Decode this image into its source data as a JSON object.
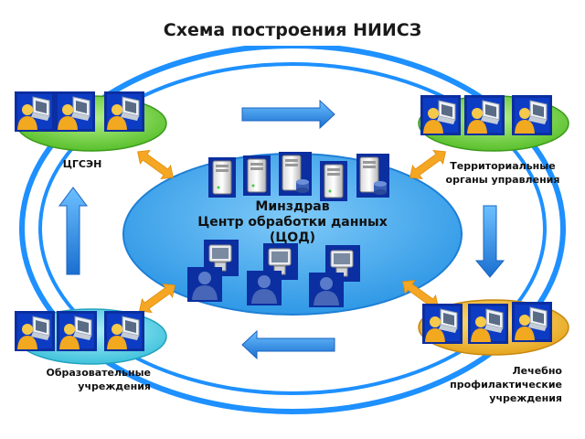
{
  "title": "Схема построения НИИСЗ",
  "center": {
    "line1": "Минздрав",
    "line2": "Центр обработки данных",
    "line3": "(ЦОД)"
  },
  "nodes": {
    "top_left": "ЦГСЭН",
    "top_right": "Территориальные органы управления",
    "bottom_left": "Образовательные учреждения",
    "bottom_right": "Лечебно профилактические учреждения"
  },
  "colors": {
    "ring": "#1e90ff",
    "center_fill": "#4db2f2",
    "node_green": "#7dd44a",
    "node_cyan": "#6ad3e8",
    "node_yellow": "#f2c13c",
    "arrow_blue": "#2a8be0",
    "arrow_orange": "#f5a623",
    "icon_tile": "#0b2ea0"
  },
  "icons": {
    "tile": "user-computer-icon",
    "server": "server-icon",
    "database": "database-server-icon",
    "client": "workstation-user-icon"
  }
}
